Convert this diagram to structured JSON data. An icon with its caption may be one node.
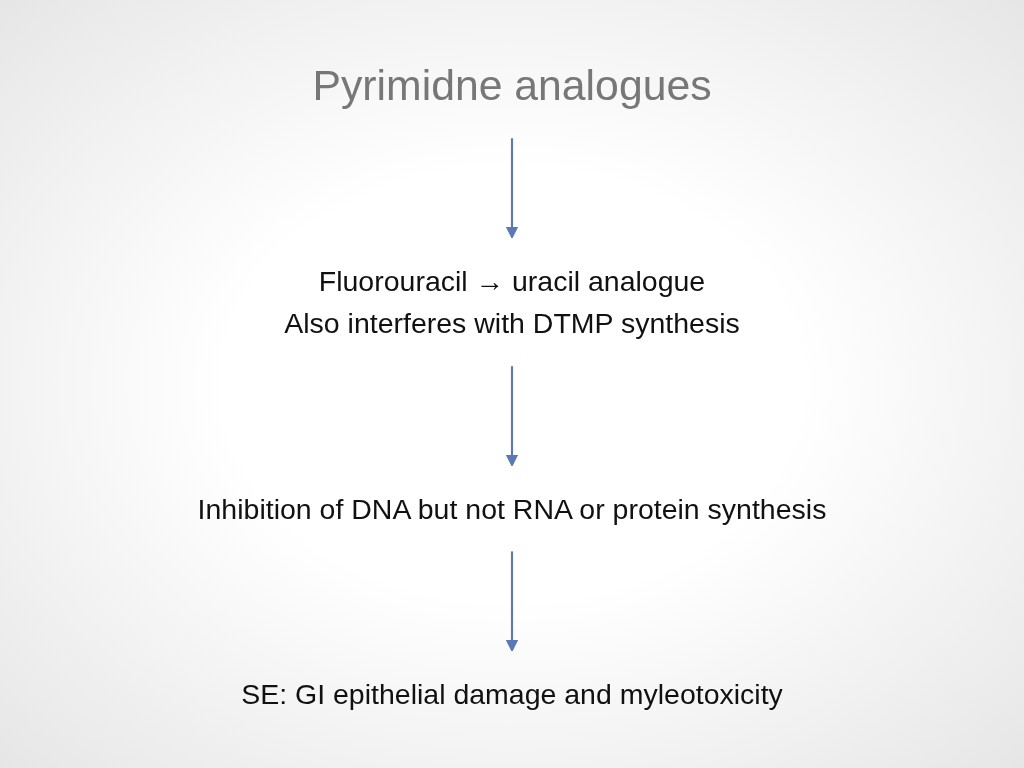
{
  "diagram": {
    "nodes": [
      {
        "text": [
          "Pyrimidne analogues"
        ]
      },
      {
        "text": [
          "Fluorouracil → uracil analogue",
          "Also interferes with  DTMP synthesis"
        ]
      },
      {
        "text": [
          "Inhibition of DNA but not RNA or protein synthesis"
        ]
      },
      {
        "text": [
          "SE: GI epithelial damage and myleotoxicity"
        ]
      }
    ],
    "edges": [
      {
        "from": 0,
        "to": 1,
        "arrow": "to"
      },
      {
        "from": 1,
        "to": 2,
        "arrow": "to"
      },
      {
        "from": 2,
        "to": 3,
        "arrow": "to"
      }
    ]
  }
}
